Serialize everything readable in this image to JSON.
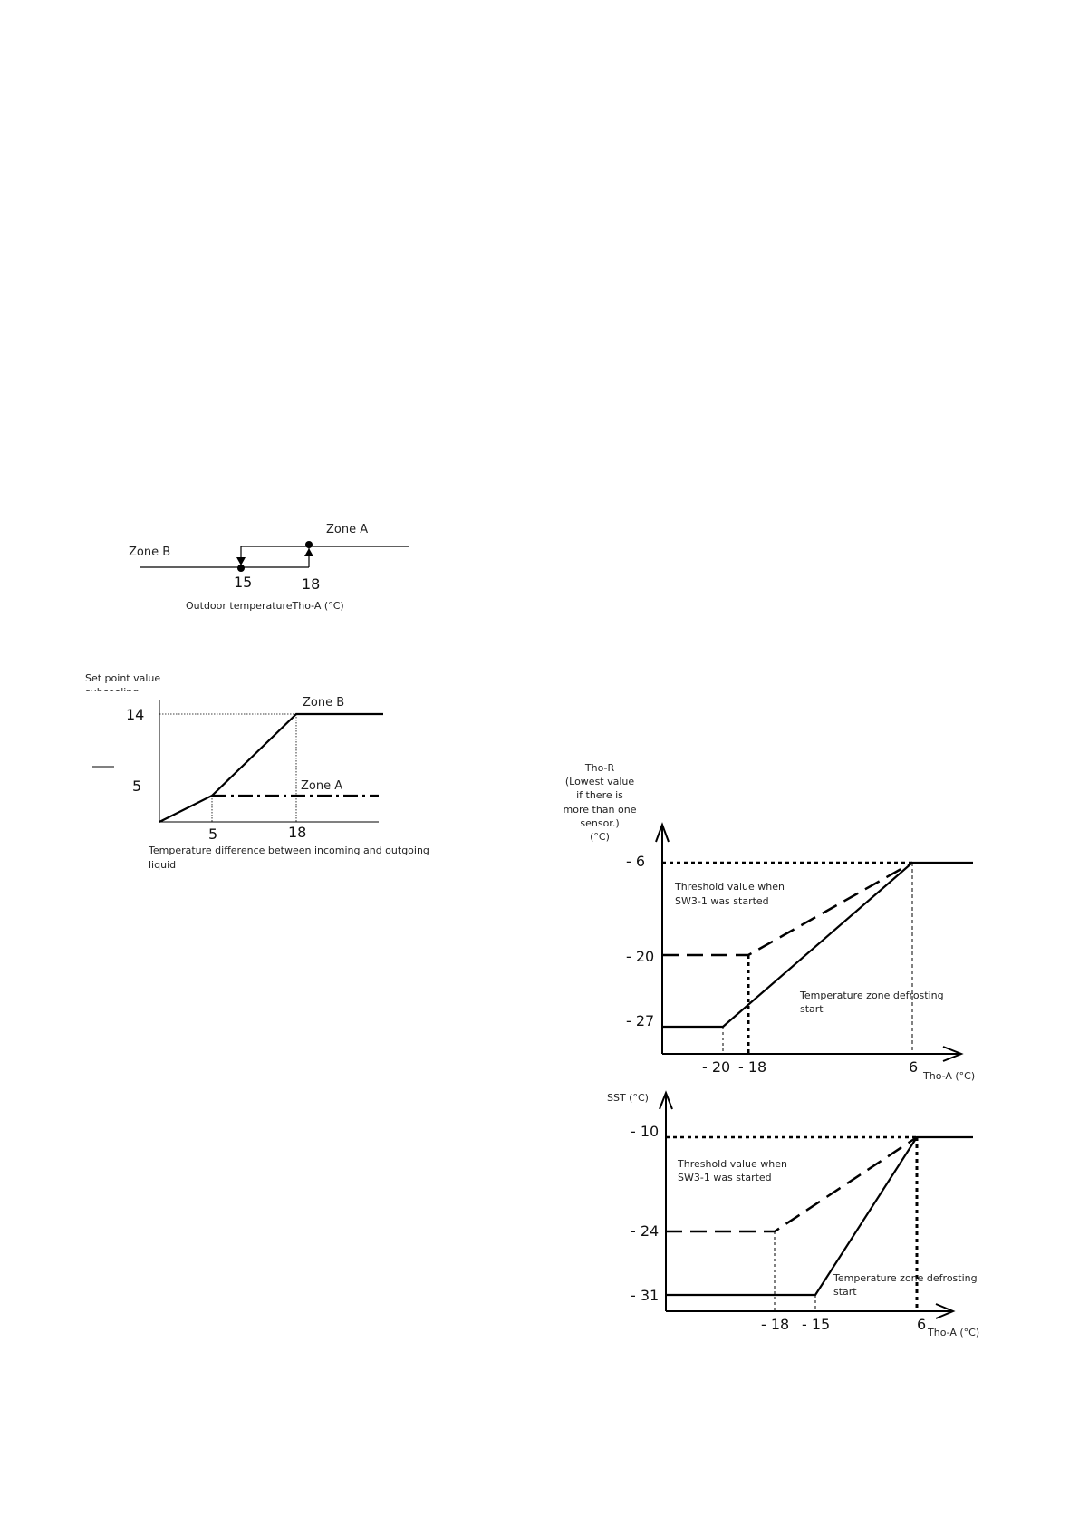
{
  "hysteresis": {
    "zone_b": "Zone B",
    "zone_a": "Zone A",
    "tick_15": "15",
    "tick_18": "18",
    "axis_label": "Outdoor temperatureTho-A (°C)"
  },
  "subcooling": {
    "ylabel_line1": "Set point value",
    "ylabel_line2": "subcooling",
    "y_tick_14": "14",
    "y_tick_5": "5",
    "x_tick_5": "5",
    "x_tick_18": "18",
    "zone_b": "Zone B",
    "zone_a": "Zone A",
    "xlabel_line1": "Temperature difference between incoming and outgoing",
    "xlabel_line2": "liquid"
  },
  "thor_chart": {
    "ylabel_lines": [
      "Tho-R",
      "(Lowest value",
      "if there is",
      "more than one",
      "sensor.)",
      "(°C)"
    ],
    "y_ticks": [
      "- 6",
      "- 20",
      "- 27"
    ],
    "x_ticks": [
      "- 20",
      "- 18",
      "6"
    ],
    "xlabel": "Tho-A (°C)",
    "threshold_line1": "Threshold value when",
    "threshold_line2": "SW3-1 was started",
    "zone_line1": "Temperature zone defrosting",
    "zone_line2": "start"
  },
  "sst_chart": {
    "ylabel": "SST   (°C)",
    "y_ticks": [
      "- 10",
      "- 24",
      "- 31"
    ],
    "x_ticks": [
      "- 18",
      "- 15",
      "6"
    ],
    "xlabel": "Tho-A (°C)",
    "threshold_line1": "Threshold value when",
    "threshold_line2": "SW3-1 was started",
    "zone_line1": "Temperature zone defrosting",
    "zone_line2": "start"
  }
}
